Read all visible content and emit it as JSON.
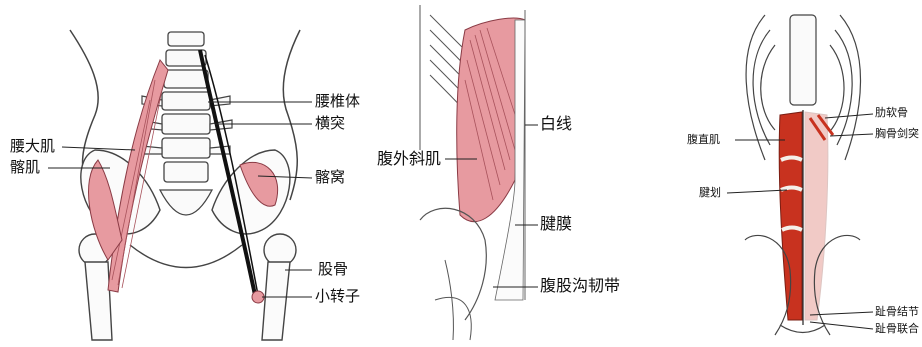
{
  "panels": [
    {
      "labels": {
        "lumbar_vertebra": "腰椎体",
        "transverse_process": "横突",
        "psoas_major": "腰大肌",
        "iliacus": "髂肌",
        "iliac_fossa": "髂窝",
        "femur": "股骨",
        "lesser_trochanter": "小转子"
      }
    },
    {
      "labels": {
        "linea_alba": "白线",
        "external_oblique": "腹外斜肌",
        "aponeurosis": "腱膜",
        "inguinal_ligament": "腹股沟韧带"
      }
    },
    {
      "labels": {
        "costal_cartilage": "肋软骨",
        "rectus_abdominis": "腹直肌",
        "xiphoid_process": "胸骨剑突",
        "tendinous_intersection": "腱划",
        "pubic_tubercle": "趾骨结节",
        "pubic_symphysis": "趾骨联合"
      }
    }
  ],
  "colors": {
    "muscle_pink": "#e79aa0",
    "muscle_red": "#c8321f",
    "bone_line": "#333333",
    "tendon_white": "#f4f0ea"
  }
}
